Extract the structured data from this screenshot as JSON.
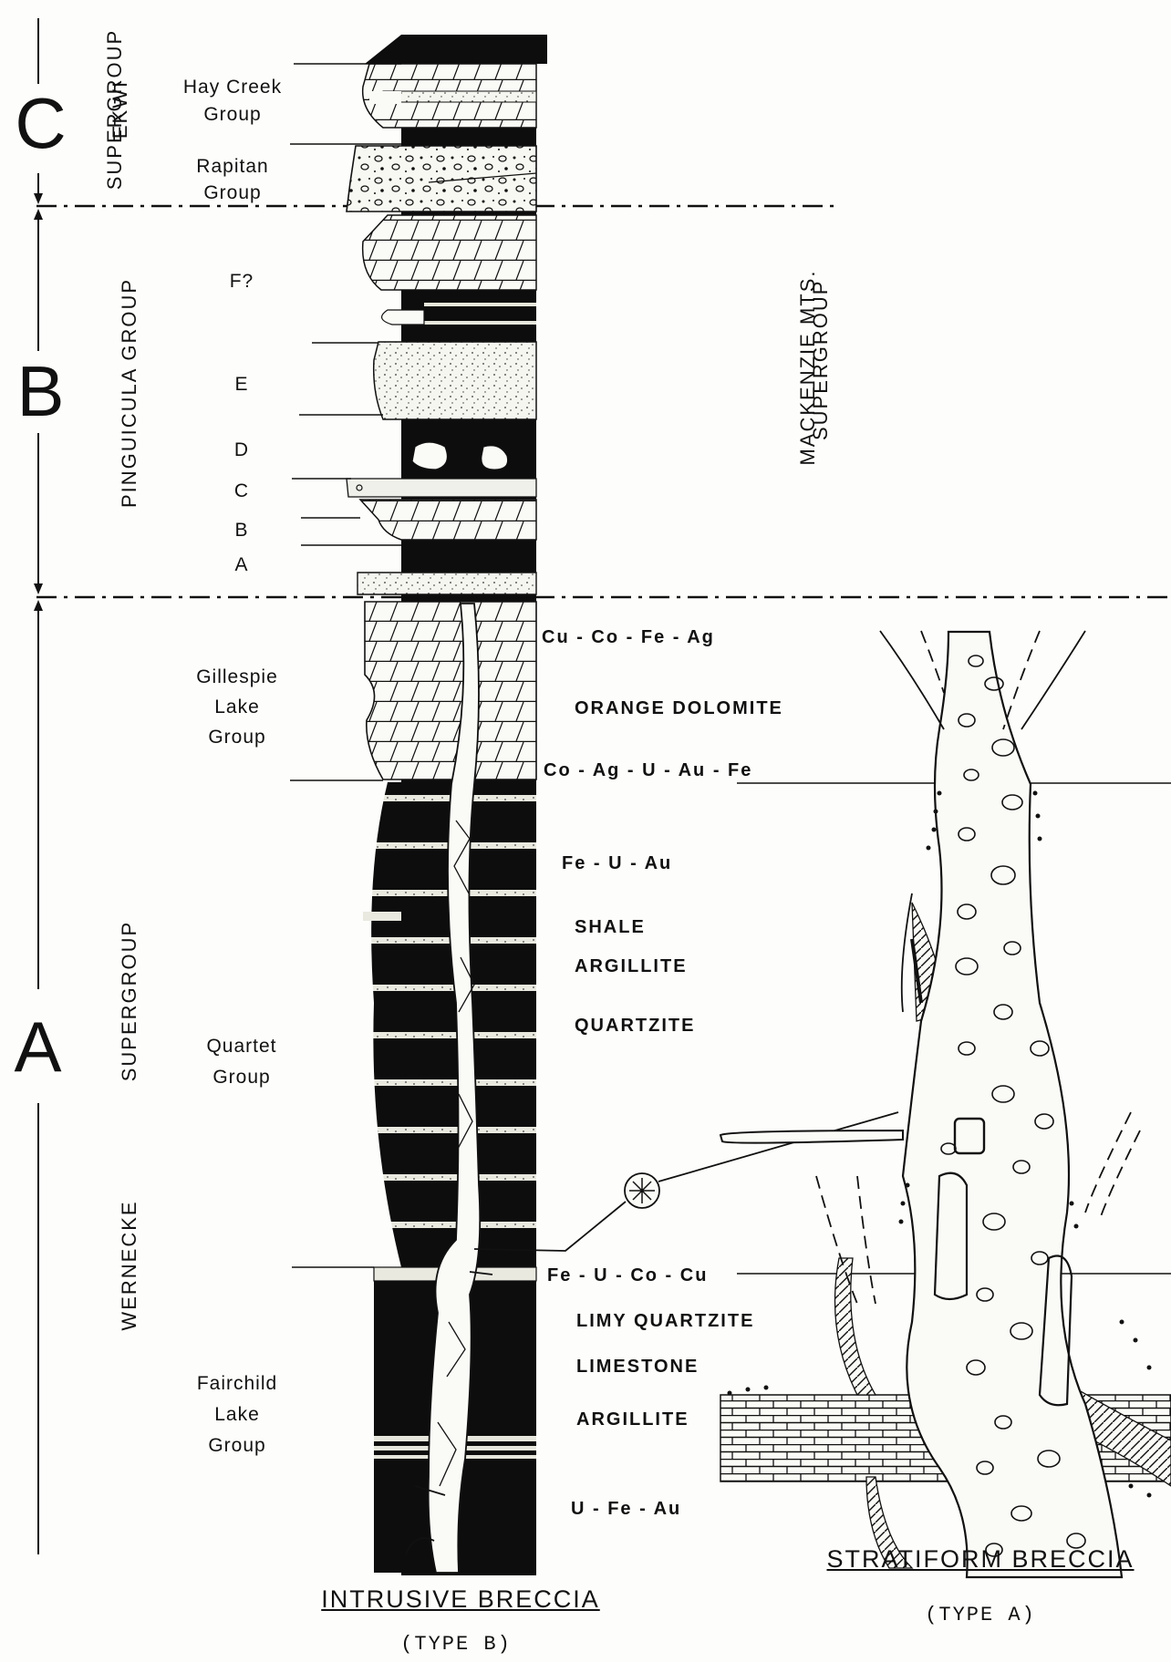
{
  "eras": {
    "c": {
      "letter": "C",
      "supergroup_line1": "EKWI",
      "supergroup_line2": "SUPERGROUP"
    },
    "b": {
      "letter": "B",
      "group": "PINGUICULA GROUP"
    },
    "a": {
      "letter": "A",
      "supergroup_line1": "WERNECKE",
      "supergroup_line2": "SUPERGROUP"
    }
  },
  "groups": {
    "hay_creek": [
      "Hay Creek",
      "Group"
    ],
    "rapitan": [
      "Rapitan",
      "Group"
    ],
    "gillespie": [
      "Gillespie",
      "Lake",
      "Group"
    ],
    "quartet": [
      "Quartet",
      "Group"
    ],
    "fairchild": [
      "Fairchild",
      "Lake",
      "Group"
    ]
  },
  "units": [
    "F?",
    "E",
    "D",
    "C",
    "B",
    "A"
  ],
  "mackenzie": {
    "line1": "MACKENZIE MTS.",
    "line2": "SUPERGROUP"
  },
  "annotations": {
    "cu_co_fe_ag": "Cu - Co - Fe - Ag",
    "orange_dolomite": "ORANGE DOLOMITE",
    "co_ag_u_au_fe": "Co - Ag - U - Au - Fe",
    "fe_u_au": "Fe - U - Au",
    "shale": "SHALE",
    "argillite_1": "ARGILLITE",
    "quartzite": "QUARTZITE",
    "fe_u_co_cu": "Fe - U - Co - Cu",
    "limy_quartzite": "LIMY QUARTZITE",
    "limestone": "LIMESTONE",
    "argillite_2": "ARGILLITE",
    "u_fe_au": "U - Fe - Au"
  },
  "captions": {
    "intrusive": "INTRUSIVE BRECCIA",
    "intrusive_type": "(TYPE B)",
    "stratiform": "STRATIFORM BRECCIA",
    "stratiform_type": "(TYPE A)"
  },
  "colors": {
    "ink": "#111111",
    "paper": "#fdfdfb"
  }
}
